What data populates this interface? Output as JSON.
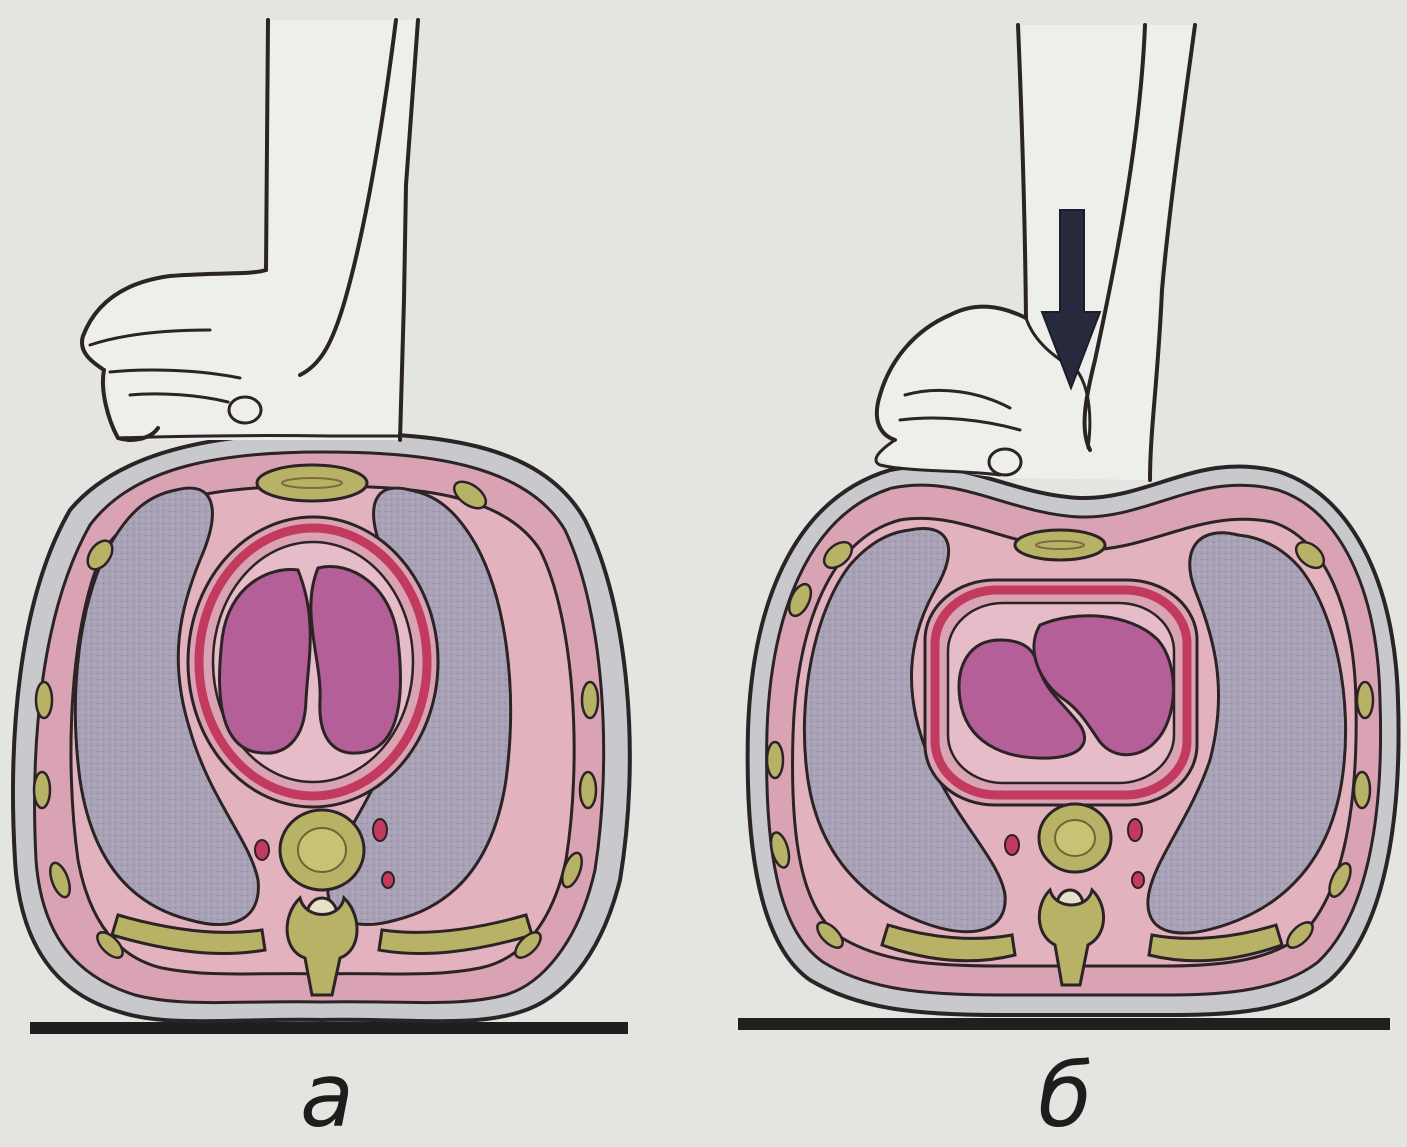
{
  "panels": [
    {
      "id": "a",
      "label": "а",
      "compression": false
    },
    {
      "id": "b",
      "label": "б",
      "compression": true
    }
  ],
  "colors": {
    "background": "#e4e5e1",
    "outline": "#2b2325",
    "soft_tissue": "#d9a3b3",
    "skin_band": "#c9c9cd",
    "lung": "#a7a0b4",
    "heart": "#b45f97",
    "pericardium": "#c23a5e",
    "bone": "#b8b267",
    "arrow": "#272a3d"
  }
}
